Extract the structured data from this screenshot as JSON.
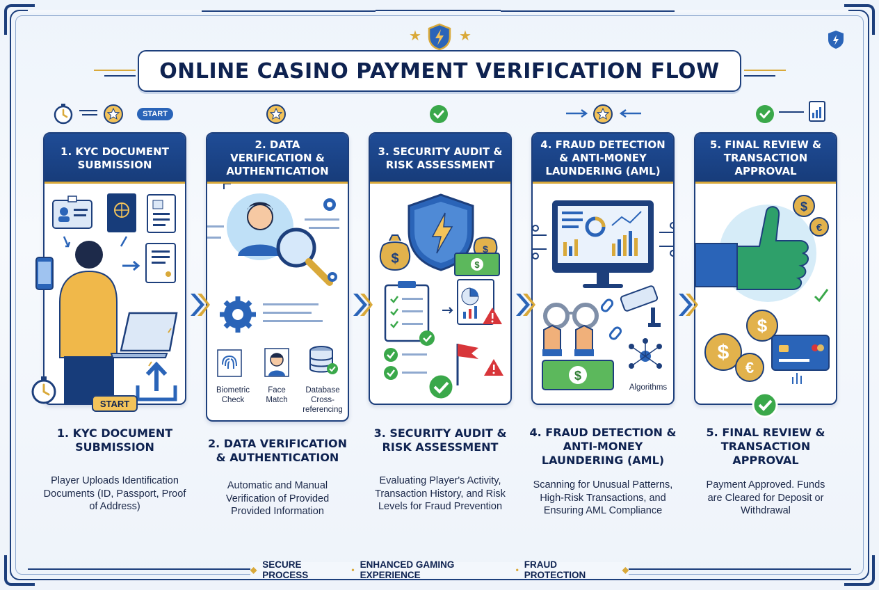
{
  "title": "ONLINE CASINO PAYMENT VERIFICATION FLOW",
  "start_label": "START",
  "start_tag": "START",
  "steps": [
    {
      "header": "1. KYC DOCUMENT SUBMISSION",
      "title": "1. KYC DOCUMENT SUBMISSION",
      "desc": "Player Uploads Identification Documents (ID, Passport, Proof of Address)"
    },
    {
      "header": "2. DATA VERIFICATION & AUTHENTICATION",
      "title": "2. DATA VERIFICATION & AUTHENTICATION",
      "desc": "Automatic and Manual Verification of Provided Provided Information",
      "labels": [
        "Biometric Check",
        "Face Match",
        "Database Cross-referencing"
      ]
    },
    {
      "header": "3. SECURITY AUDIT & RISK ASSESSMENT",
      "title": "3. SECURITY AUDIT & RISK ASSESSMENT",
      "desc": "Evaluating Player's Activity, Transaction History, and Risk Levels for Fraud Prevention"
    },
    {
      "header": "4. FRAUD DETECTION & ANTI-MONEY LAUNDERING (AML)",
      "title": "4. FRAUD DETECTION & ANTI-MONEY LAUNDERING (AML)",
      "desc": "Scanning for Unusual Patterns, High-Risk Transactions, and Ensuring AML Compliance",
      "labels": [
        "Algorithms"
      ]
    },
    {
      "header": "5. FINAL REVIEW & TRANSACTION APPROVAL",
      "title": "5. FINAL REVIEW & TRANSACTION APPROVAL",
      "desc": "Payment Approved. Funds are Cleared for Deposit or Withdrawal"
    }
  ],
  "footer": [
    "SECURE PROCESS",
    "ENHANCED GAMING EXPERIENCE",
    "FRAUD PROTECTION"
  ],
  "colors": {
    "navy": "#1d3f7c",
    "gold": "#d9a93a",
    "blue": "#2a64b8",
    "green": "#3aa84a",
    "red": "#d8363a"
  }
}
